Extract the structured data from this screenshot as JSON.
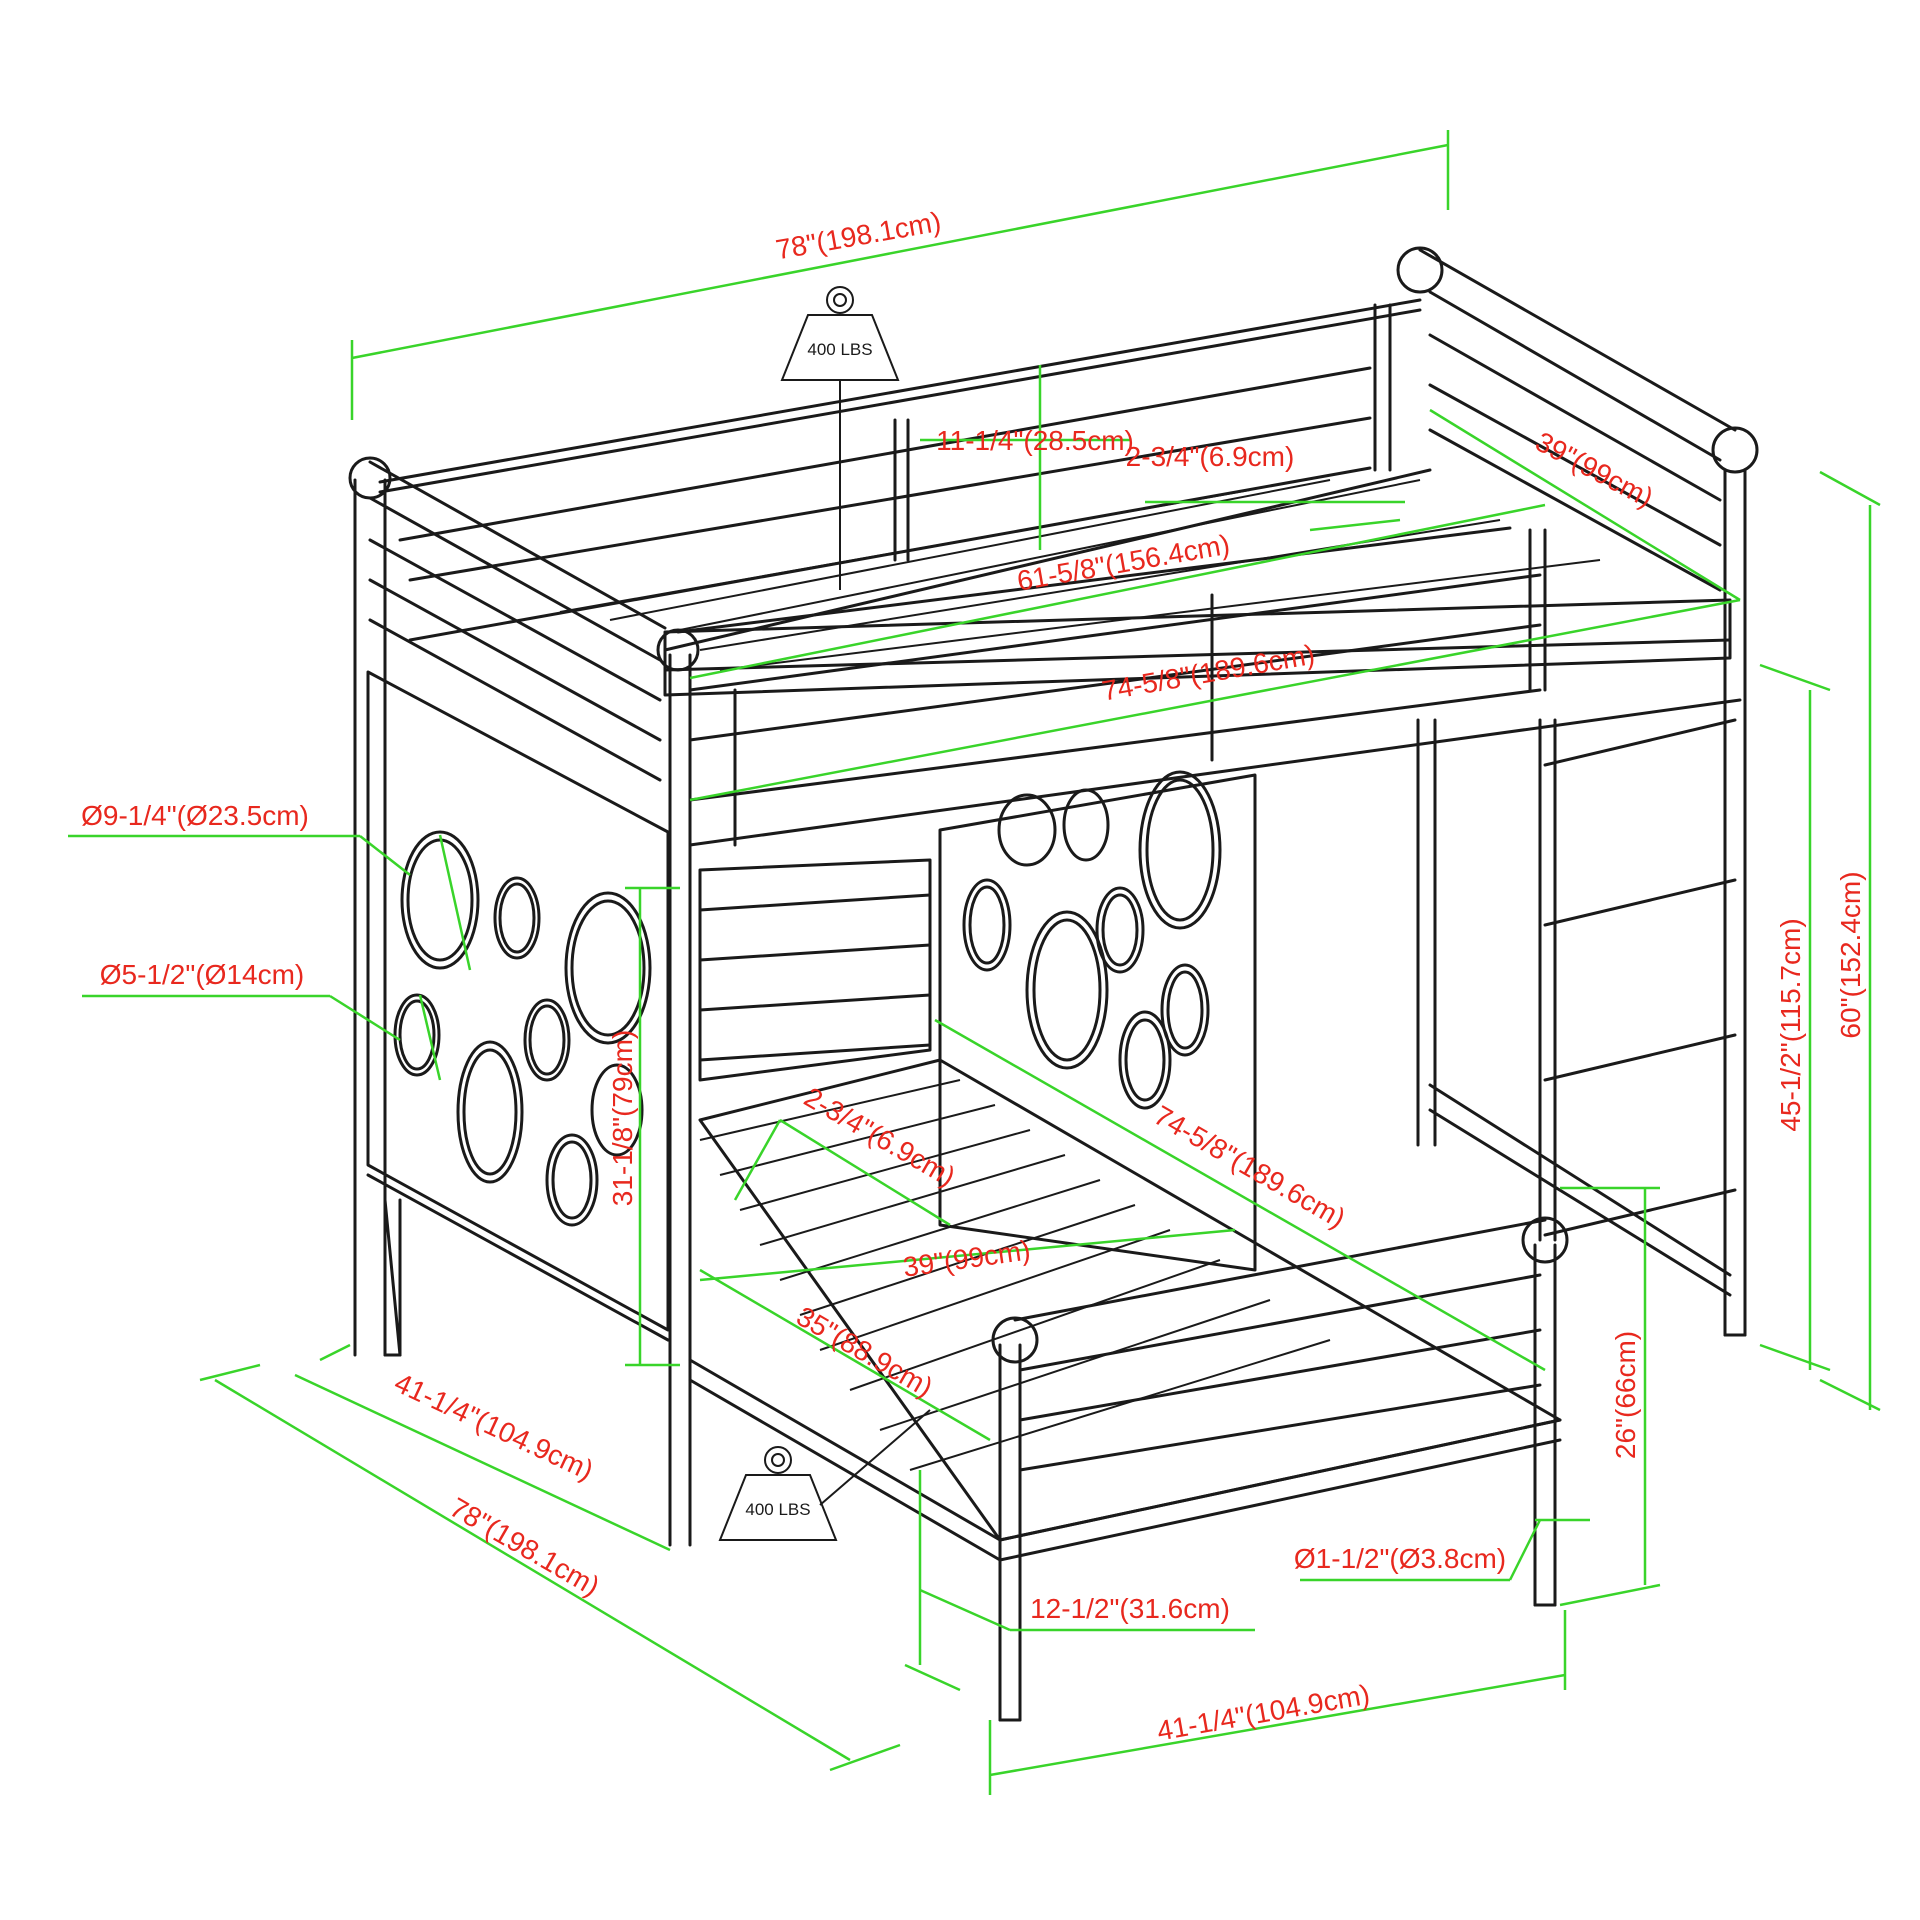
{
  "colors": {
    "label": "#e8281e",
    "dimension_line": "#39d42a",
    "drawing": "#1a1a1a",
    "background": "#ffffff"
  },
  "weight_badges": [
    {
      "text": "400 LBS"
    },
    {
      "text": "400 LBS"
    }
  ],
  "dimensions": {
    "overall_length_top": "78\"(198.1cm)",
    "rail_gap": "11-1/4\"(28.5cm)",
    "slat_spacing_top": "2-3/4\"(6.9cm)",
    "top_width": "39\"(99cm)",
    "guard_rail_length": "61-5/8\"(156.4cm)",
    "top_mattress_length": "74-5/8\"(189.6cm)",
    "large_hole": "Ø9-1/4\"(Ø23.5cm)",
    "small_hole": "Ø5-1/2\"(Ø14cm)",
    "lower_clearance": "31-1/8\"(79cm)",
    "slat_spacing_bottom": "2-3/4\"(6.9cm)",
    "bottom_length": "74-5/8\"(189.6cm)",
    "bottom_width": "39\"(99cm)",
    "bottom_mattress_width": "35\"(88.9cm)",
    "overall_width_side": "41-1/4\"(104.9cm)",
    "overall_length_side": "78\"(198.1cm)",
    "top_bunk_height": "45-1/2\"(115.7cm)",
    "overall_height": "60\"(152.4cm)",
    "lower_bunk_height": "26\"(66cm)",
    "leg_diameter": "Ø1-1/2\"(Ø3.8cm)",
    "under_bed_clearance": "12-1/2\"(31.6cm)",
    "overall_width_front": "41-1/4\"(104.9cm)"
  }
}
